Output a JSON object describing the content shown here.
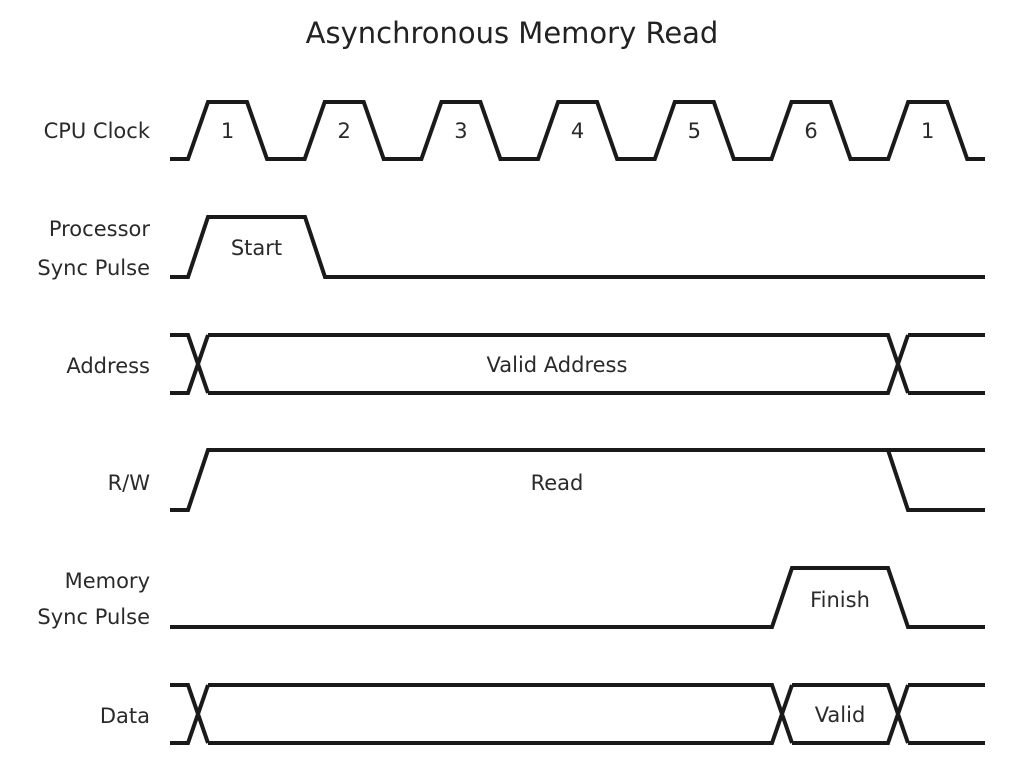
{
  "title": "Asynchronous Memory Read",
  "signals": [
    {
      "id": "cpu-clock",
      "label_lines": [
        "CPU Clock"
      ],
      "type": "clock",
      "cycle_labels": [
        "1",
        "2",
        "3",
        "4",
        "5",
        "6",
        "1"
      ]
    },
    {
      "id": "processor-sync-pulse",
      "label_lines": [
        "Processor",
        "Sync Pulse"
      ],
      "type": "pulse",
      "pulse_label": "Start",
      "pulse_span_cycles": [
        0,
        1
      ]
    },
    {
      "id": "address",
      "label_lines": [
        "Address"
      ],
      "type": "bus",
      "bus_label": "Valid Address",
      "bus_span_cycles": [
        0,
        6
      ]
    },
    {
      "id": "rw",
      "label_lines": [
        "R/W"
      ],
      "type": "level",
      "level_label": "Read",
      "high_span_cycles": [
        0,
        6
      ]
    },
    {
      "id": "memory-sync-pulse",
      "label_lines": [
        "Memory",
        "Sync Pulse"
      ],
      "type": "pulse",
      "pulse_label": "Finish",
      "pulse_span_cycles": [
        5,
        6
      ]
    },
    {
      "id": "data",
      "label_lines": [
        "Data"
      ],
      "type": "bus",
      "bus_label": "Valid",
      "bus_span_cycles": [
        5,
        6
      ],
      "pre_span_cycles": [
        0,
        5
      ]
    }
  ]
}
